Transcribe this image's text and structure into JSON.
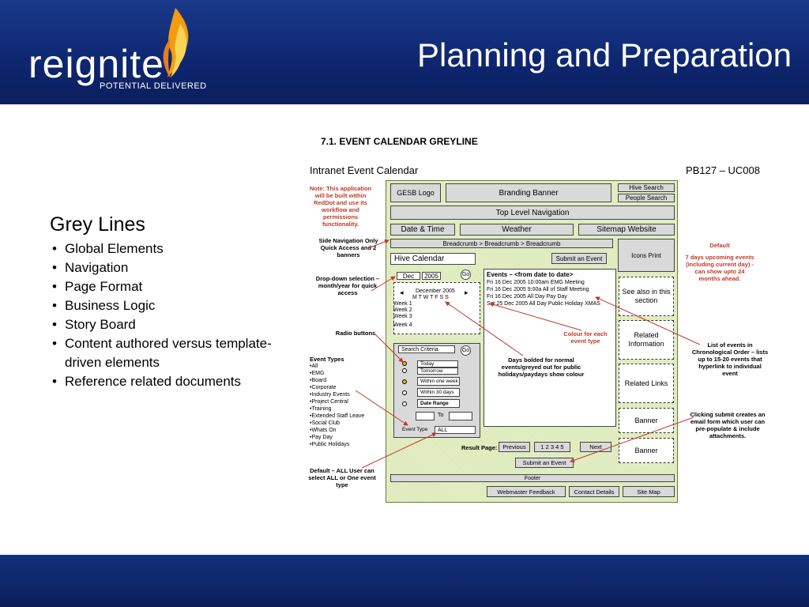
{
  "header": {
    "logo_text": "reignite",
    "logo_tagline": "POTENTIAL DELIVERED",
    "title": "Planning and Preparation"
  },
  "left": {
    "heading": "Grey Lines",
    "bullets": [
      "Global Elements",
      "Navigation",
      "Page Format",
      "Business Logic",
      "Story Board",
      "Content authored versus template-driven elements",
      "Reference related documents"
    ]
  },
  "wf": {
    "section_title": "7.1.  EVENT CALENDAR GREYLINE",
    "page_title": "Intranet Event Calendar",
    "page_code": "PB127 – UC008",
    "gesb_logo": "GESB Logo",
    "branding_banner": "Branding Banner",
    "hive_search": "Hive Search",
    "people_search": "People Search",
    "top_nav": "Top Level Navigation",
    "date_time": "Date & Time",
    "weather": "Weather",
    "sitemap": "Sitemap Website",
    "breadcrumb": "Breadcrumb > Breadcrumb > Breadcrumb",
    "hive_calendar": "Hive Calendar",
    "submit_event_top": "Submit an Event",
    "icons_print": "Icons Print",
    "month": "Dec",
    "year": "2005",
    "go": "Go",
    "cal_month": "December 2005",
    "cal_days": "M T W T F S S",
    "weeks": [
      "Week 1",
      "Week 2",
      "Week 3",
      "Week 4"
    ],
    "events_header": "Events – <from date to date>",
    "events": [
      "Fri 16 Dec 2005 10:00am EMG Meeting",
      "Fri 16 Dec 2005   9:00a    All of Staff Meeting",
      "Fri 16 Dec 2005  All Day   Pay Day",
      "Sat 25 Dec 2005  All Day   Public Holiday XMAS"
    ],
    "see_also": "See also in this section",
    "related_info": "Related Information",
    "related_links": "Related Links",
    "banner1": "Banner",
    "banner2": "Banner",
    "search_criteria": "Search Criteria",
    "radio_options": [
      "Today",
      "Tomorrow",
      "Within one week",
      "Within 30 days",
      "Date Range"
    ],
    "to": "To",
    "event_type_label": "Event Type",
    "event_type_value": "ALL",
    "result_page": "Result Page:",
    "previous": "Previous",
    "pages": "1 2 3 4 5",
    "next": "Next",
    "submit_event_bottom": "Submit an Event",
    "footer": "Footer",
    "webmaster": "Webmaster Feedback",
    "contact": "Contact Details",
    "site_map": "Site Map",
    "note_reddot": "Note: This application will be built within RedDot and use its workflow and permissions functionality.",
    "note_sidenav": "Side Navigation Only Quick Access and 2 banners",
    "note_dropdown": "Drop-down selection – month/year for quick access",
    "note_radio": "Radio buttons",
    "event_types_title": "Event Types",
    "event_types": [
      "•All",
      "•EMG",
      "•Board",
      "•Corporate",
      "•Industry Events",
      "•Project Central",
      "•Training",
      "•Extended Staff Leave",
      "•Social Club",
      "•Whats On",
      "•Pay Day",
      "•Public Holidays"
    ],
    "note_default_all": "Default – ALL User can select ALL or One event type",
    "note_days_bolded": "Days bolded for normal events/greyed out for public holidays/paydays show colour",
    "note_colour": "Colour for each event type",
    "note_default_label": "Default",
    "note_default_body": "7 days upcoming events (including current day) - can show upto 24 months ahead.",
    "note_list": "List of events in Chronological Order – lists up to 15-20 events that hyperlink to individual event",
    "note_submit": "Clicking submit creates an email form which user can pre-populate & include attachments."
  }
}
